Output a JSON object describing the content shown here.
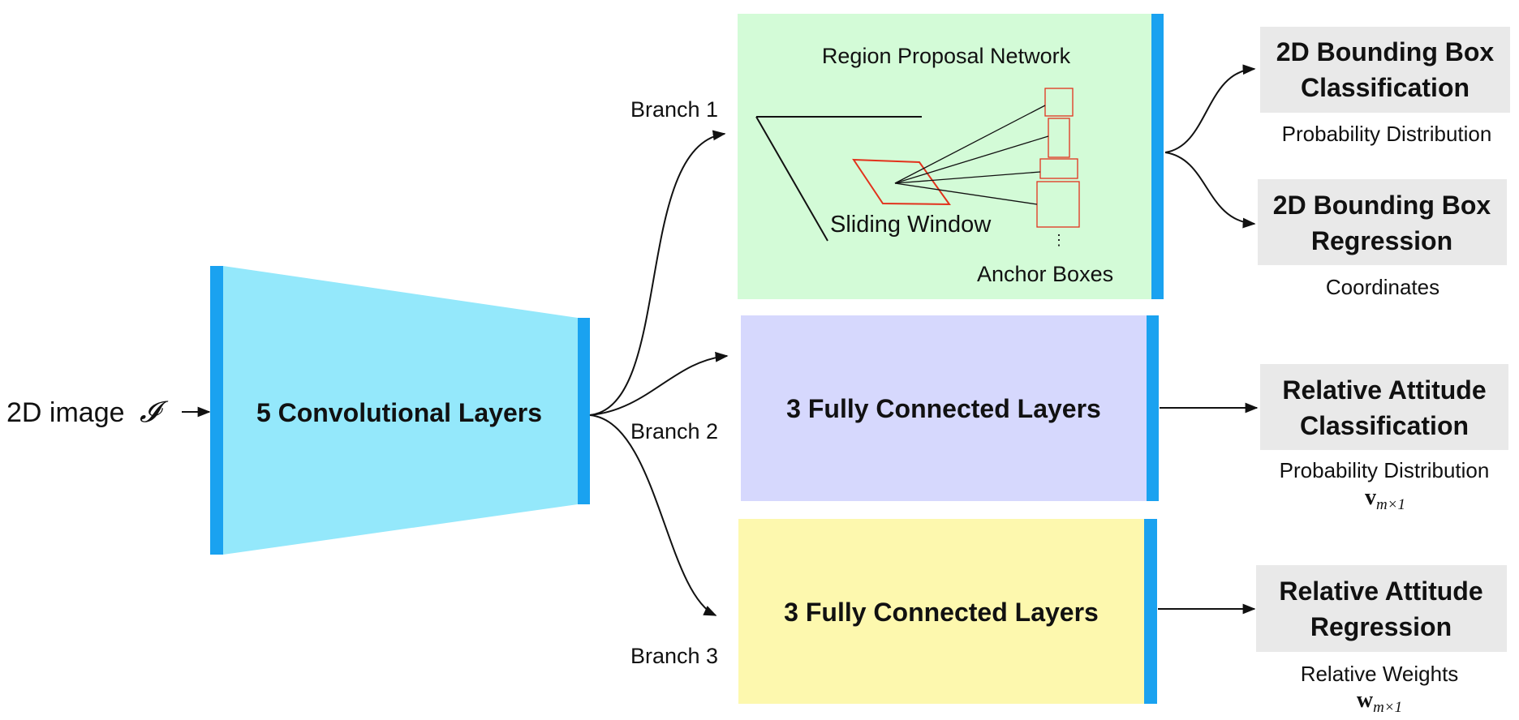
{
  "input": {
    "label": "2D image",
    "symbol": "𝓘"
  },
  "backbone": {
    "label": "5 Convolutional Layers"
  },
  "branches": [
    {
      "label": "Branch 1"
    },
    {
      "label": "Branch 2"
    },
    {
      "label": "Branch 3"
    }
  ],
  "rpn": {
    "title": "Region Proposal Network",
    "sliding_window": "Sliding Window",
    "anchor_boxes": "Anchor Boxes",
    "ellipsis": "⋮"
  },
  "fc_blocks": [
    {
      "label": "3 Fully Connected Layers"
    },
    {
      "label": "3 Fully Connected Layers"
    }
  ],
  "outputs": [
    {
      "line1": "2D Bounding Box",
      "line2": "Classification",
      "caption": "Probability Distribution",
      "math_main": "",
      "math_sub": ""
    },
    {
      "line1": "2D Bounding Box",
      "line2": "Regression",
      "caption": "Coordinates",
      "math_main": "",
      "math_sub": ""
    },
    {
      "line1": "Relative Attitude",
      "line2": "Classification",
      "caption": "Probability Distribution",
      "math_main": "v",
      "math_sub": "m×1"
    },
    {
      "line1": "Relative Attitude",
      "line2": "Regression",
      "caption": "Relative Weights",
      "math_main": "w",
      "math_sub": "m×1"
    }
  ],
  "colors": {
    "backbone_fill": "#94e8fb",
    "accent_bar": "#1aa2f0",
    "rpn_fill": "#d3fbd7",
    "fc1_fill": "#d6d8fd",
    "fc2_fill": "#fdf8ae",
    "output_box": "#e9e9e9",
    "anchor_red": "#e2321c"
  }
}
